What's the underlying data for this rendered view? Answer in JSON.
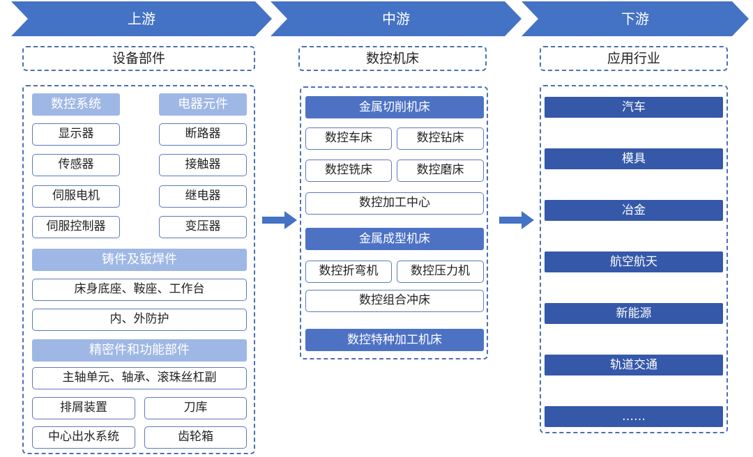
{
  "stages": {
    "upstream": {
      "label": "上游",
      "category": "设备部件"
    },
    "midstream": {
      "label": "中游",
      "category": "数控机床"
    },
    "downstream": {
      "label": "下游",
      "category": "应用行业"
    }
  },
  "upstream": {
    "cnc_system": {
      "title": "数控系统",
      "items": [
        "显示器",
        "传感器",
        "伺服电机",
        "伺服控制器"
      ]
    },
    "electrical": {
      "title": "电器元件",
      "items": [
        "断路器",
        "接触器",
        "继电器",
        "变压器"
      ]
    },
    "castings": {
      "title": "铸件及钣焊件",
      "items": [
        "床身底座、鞍座、工作台",
        "内、外防护"
      ]
    },
    "precision": {
      "title": "精密件和功能部件",
      "items": [
        "主轴单元、轴承、滚珠丝杠副",
        "排屑装置",
        "刀库",
        "中心出水系统",
        "齿轮箱"
      ]
    }
  },
  "midstream": {
    "cutting": {
      "title": "金属切削机床",
      "items": [
        "数控车床",
        "数控钻床",
        "数控铣床",
        "数控磨床",
        "数控加工中心"
      ]
    },
    "forming": {
      "title": "金属成型机床",
      "items": [
        "数控折弯机",
        "数控压力机",
        "数控组合冲床"
      ]
    },
    "special": {
      "title": "数控特种加工机床"
    }
  },
  "downstream": {
    "industries": [
      "汽车",
      "模具",
      "冶金",
      "航空航天",
      "新能源",
      "轨道交通",
      "……"
    ]
  },
  "colors": {
    "chevron": "#4472c4",
    "section_light": "#9fb7e4",
    "bar_mid": "#4d72c4",
    "bar_dark": "#3558a8",
    "border": "#4a6fb5"
  }
}
